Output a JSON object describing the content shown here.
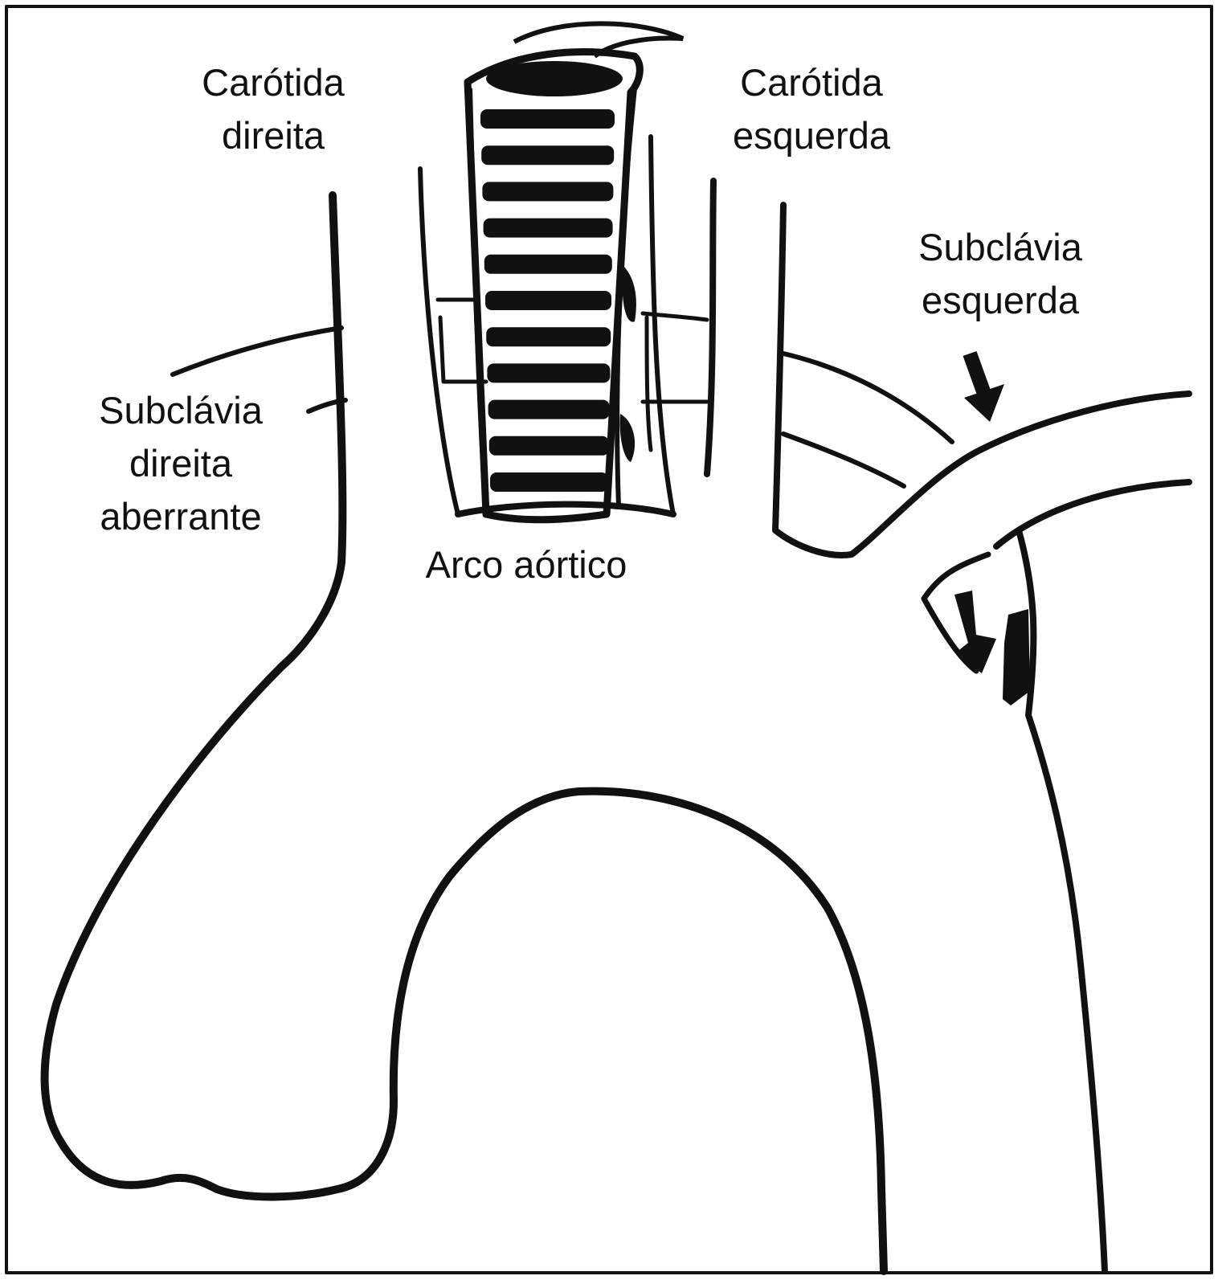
{
  "labels": {
    "right_carotid": [
      "Carótida",
      "direita"
    ],
    "left_carotid": [
      "Carótida",
      "esquerda"
    ],
    "left_subclavian": [
      "Subclávia",
      "esquerda"
    ],
    "aberrant_right_subclavian": [
      "Subclávia",
      "direita",
      "aberrante"
    ],
    "aortic_arch": "Arco aórtico"
  },
  "colors": {
    "ink": "#111111",
    "background": "#ffffff"
  },
  "trachea_ring_count": 11
}
